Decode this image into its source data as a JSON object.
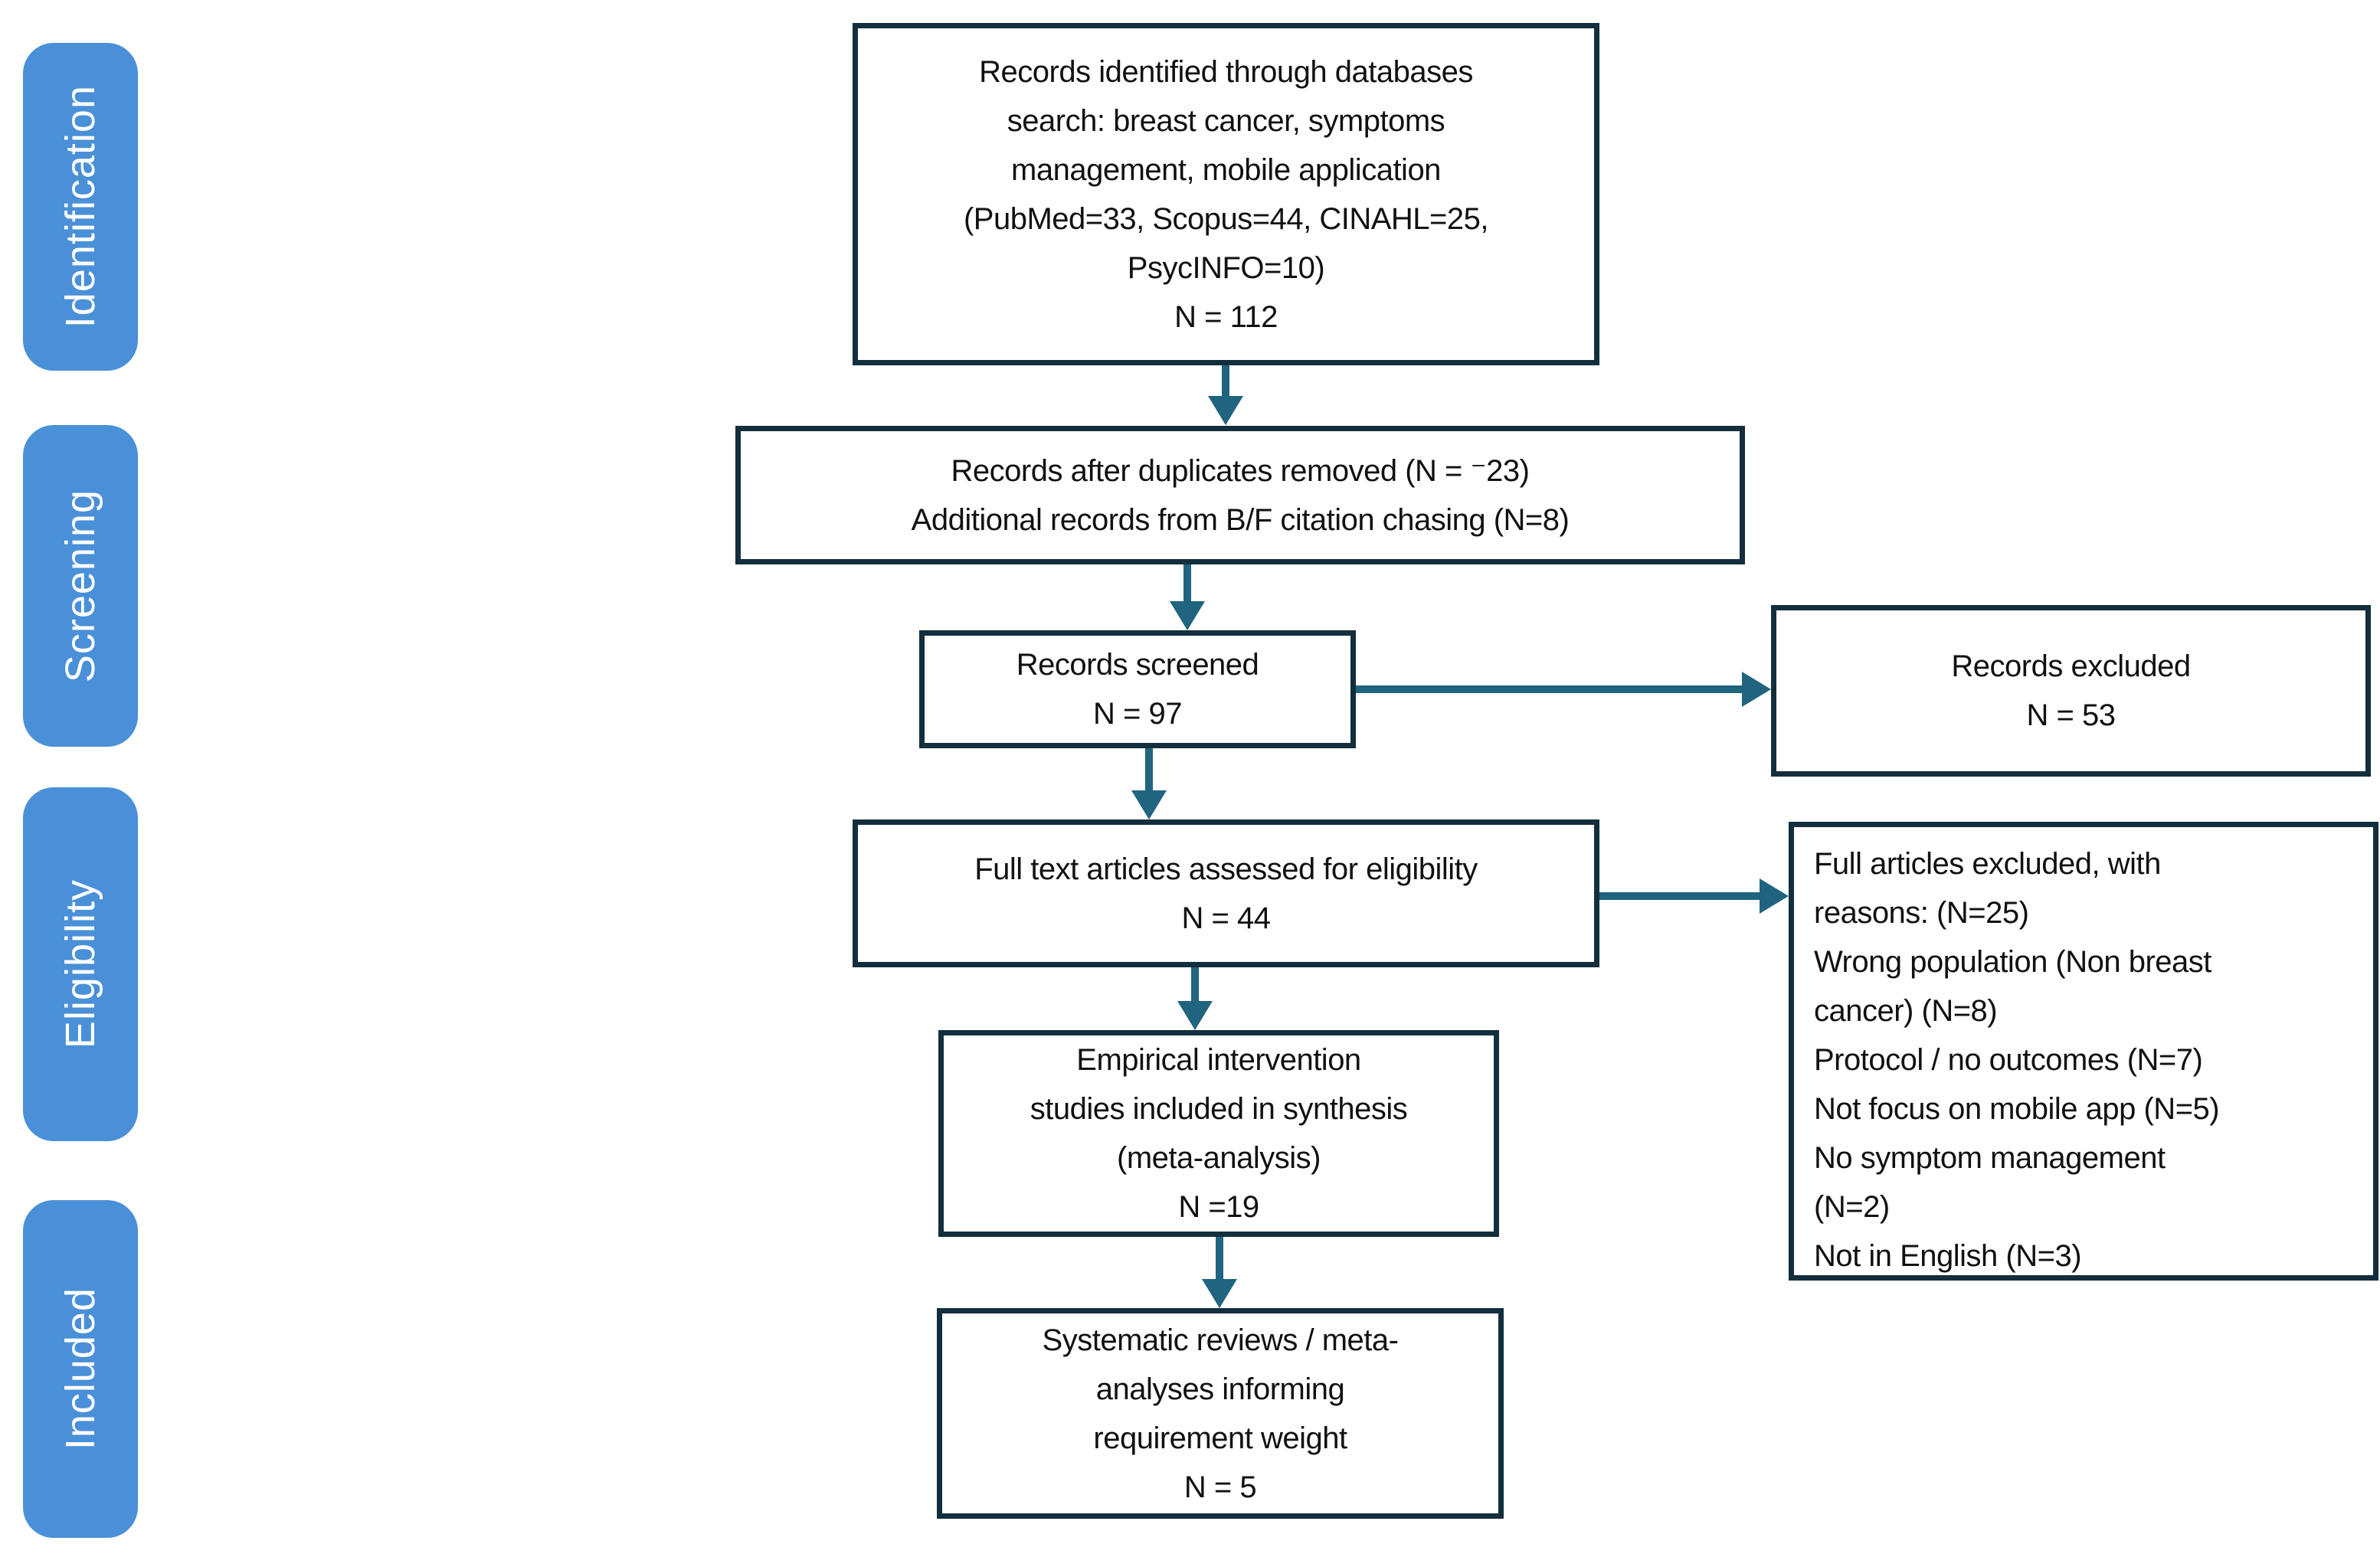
{
  "palette": {
    "capsule_blue": "#4a90d8",
    "border_navy": "#132e3c",
    "arrow_teal": "#20647f",
    "text_black": "#111111",
    "bg_white": "#ffffff"
  },
  "stages": [
    {
      "label": "Identification"
    },
    {
      "label": "Screening"
    },
    {
      "label": "Eligibility"
    },
    {
      "label": "Included"
    }
  ],
  "flow": {
    "identified": {
      "text": "Records identified through databases\nsearch: breast cancer, symptoms\nmanagement, mobile application\n(PubMed=33, Scopus=44, CINAHL=25,\nPsycINFO=10)\nN = 112"
    },
    "dedup": {
      "text": "Records after duplicates removed (N = ⁻23)\nAdditional records from B/F citation chasing (N=8)"
    },
    "screened": {
      "text": "Records screened\nN = 97"
    },
    "excluded": {
      "text": "Records excluded\nN = 53"
    },
    "fulltext": {
      "text": "Full text articles assessed for eligibility\nN = 44"
    },
    "reasons": {
      "text": "Full articles excluded, with\nreasons: (N=25)\nWrong population (Non breast\ncancer) (N=8)\nProtocol / no outcomes (N=7)\nNot focus on mobile app (N=5)\nNo symptom management\n(N=2)\nNot in English (N=3)"
    },
    "synthesis": {
      "text": "Empirical intervention\nstudies included in synthesis\n(meta-analysis)\nN =19"
    },
    "reviews": {
      "text": "Systematic reviews / meta-\nanalyses informing\nrequirement weight\nN = 5"
    }
  }
}
